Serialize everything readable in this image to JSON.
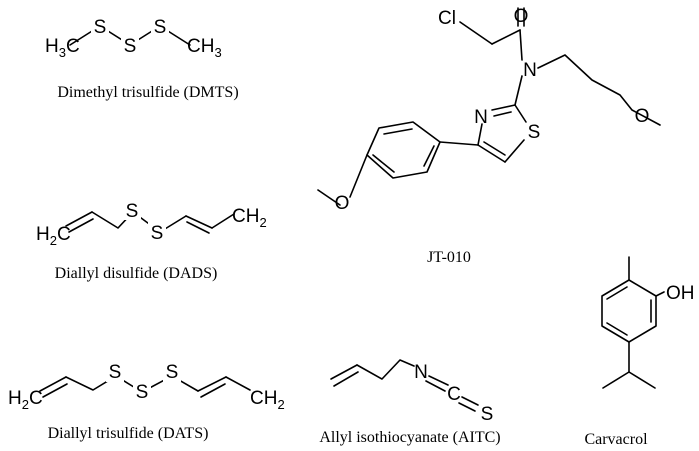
{
  "compounds": [
    {
      "caption": "Dimethyl trisulfide (DMTS)",
      "atoms": {
        "ch3_left": "H",
        "ch3_left_c": "C",
        "ch3_left_sub": "3",
        "s1": "S",
        "s2": "S",
        "s3": "S",
        "ch3_right_c": "CH",
        "ch3_right_sub": "3"
      }
    },
    {
      "caption": "JT-010",
      "atoms": {
        "cl": "Cl",
        "o_carbonyl": "O",
        "n_amide": "N",
        "n_ring": "N",
        "s_ring": "S",
        "o_ether": "O",
        "o_methoxy": "O"
      }
    },
    {
      "caption": "Diallyl disulfide (DADS)",
      "atoms": {
        "h2c": "H",
        "h2c_sub": "2",
        "h2c_c": "C",
        "s1": "S",
        "s2": "S",
        "ch2_c": "CH",
        "ch2_sub": "2"
      }
    },
    {
      "caption": "Carvacrol",
      "atoms": {
        "oh": "OH"
      }
    },
    {
      "caption": "Diallyl trisulfide (DATS)",
      "atoms": {
        "h2c": "H",
        "h2c_sub": "2",
        "h2c_c": "C",
        "s1": "S",
        "s2": "S",
        "s3": "S",
        "ch2_c": "CH",
        "ch2_sub": "2"
      }
    },
    {
      "caption": "Allyl isothiocyanate (AITC)",
      "atoms": {
        "n": "N",
        "c": "C",
        "s": "S"
      }
    }
  ]
}
